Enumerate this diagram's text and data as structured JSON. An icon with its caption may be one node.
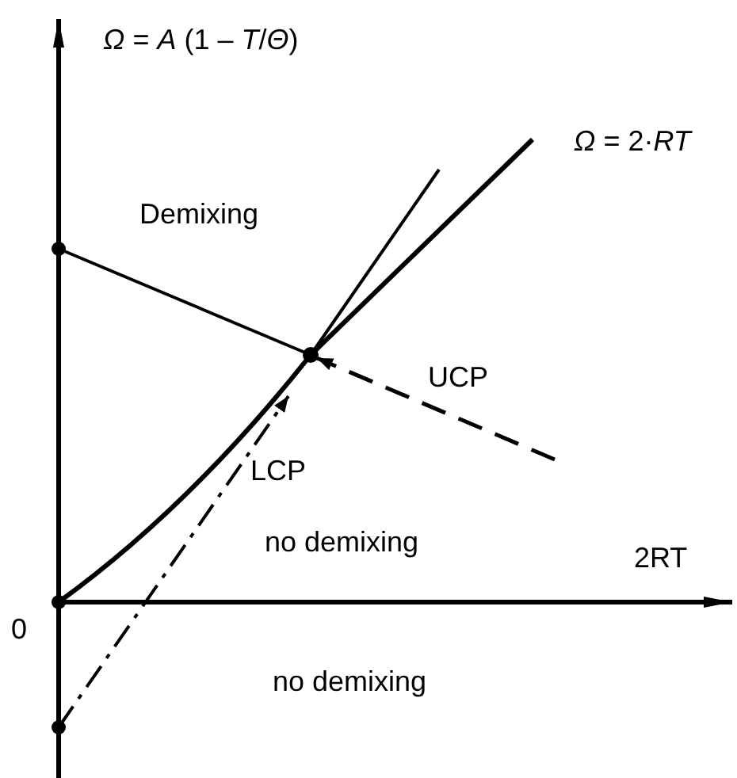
{
  "diagram": {
    "labels": [
      "*Ω* = *A* (1 – *T*/*Θ*)",
      "*Ω* = 2·*RT*",
      "Demixing",
      "UCP",
      "LCP",
      "no demixing",
      "2RT",
      "0",
      "no demixing"
    ]
  }
}
